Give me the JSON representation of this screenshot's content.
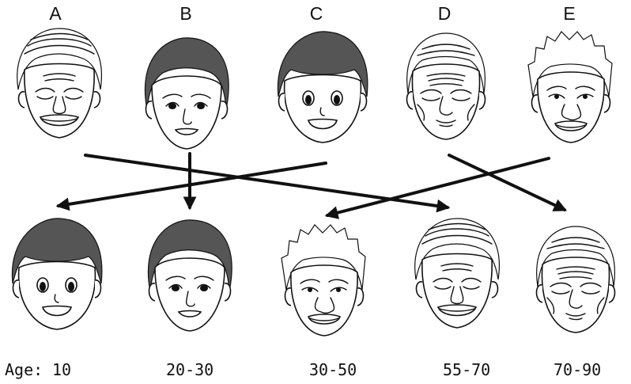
{
  "top_labels": [
    "A",
    "B",
    "C",
    "D",
    "E"
  ],
  "age": {
    "prefix": "Age:",
    "groups": [
      "10",
      "20-30",
      "30-50",
      "55-70",
      "70-90"
    ]
  }
}
